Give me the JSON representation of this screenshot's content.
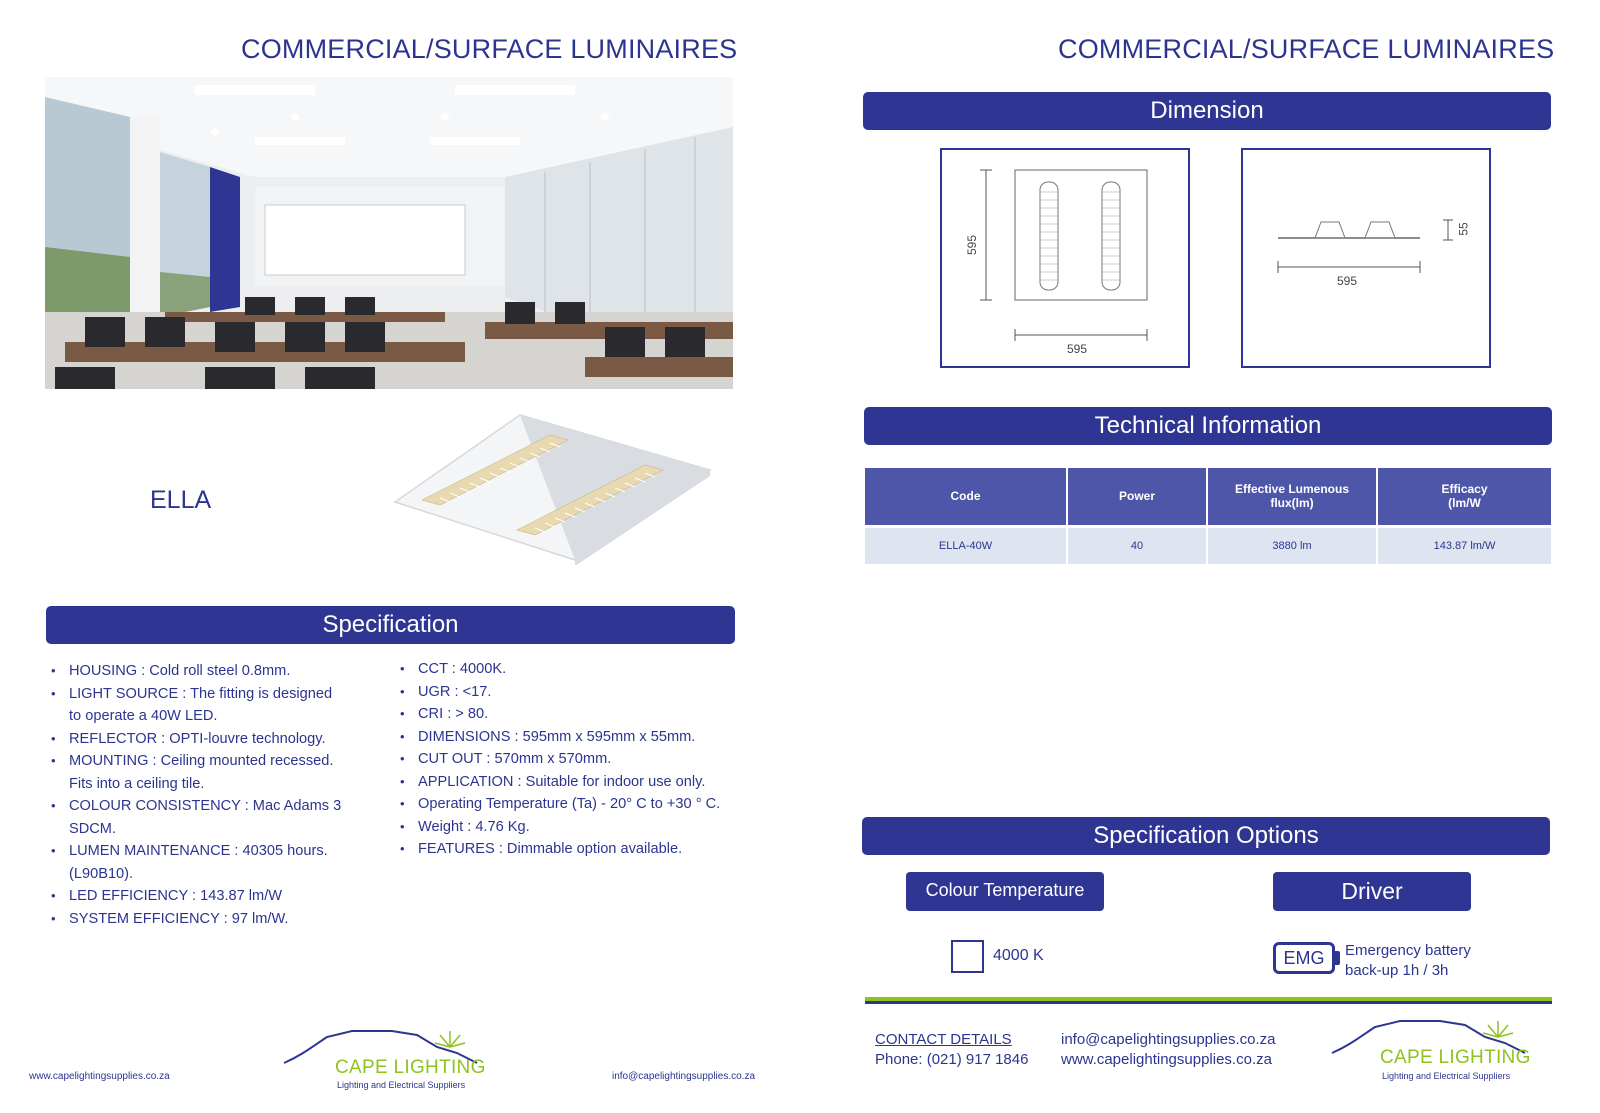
{
  "left": {
    "title": "COMMERCIAL/SURFACE LUMINAIRES",
    "product_name": "ELLA",
    "specification_heading": "Specification",
    "spec_col1": [
      "HOUSING : Cold roll steel 0.8mm.",
      "LIGHT SOURCE : The fitting is designed to operate a 40W LED.",
      "REFLECTOR : OPTI-louvre technology.",
      "MOUNTING : Ceiling mounted recessed. Fits into a ceiling tile.",
      "COLOUR CONSISTENCY : Mac Adams 3 SDCM.",
      "LUMEN MAINTENANCE : 40305 hours. (L90B10).",
      "LED EFFICIENCY : 143.87 lm/W",
      "SYSTEM EFFICIENCY : 97 lm/W."
    ],
    "spec_col2": [
      "CCT : 4000K.",
      "UGR : <17.",
      "CRI : > 80.",
      "DIMENSIONS : 595mm x 595mm x 55mm.",
      "CUT OUT : 570mm x 570mm.",
      "APPLICATION : Suitable for indoor use only.",
      "Operating Temperature (Ta) - 20° C to +30 ° C.",
      "Weight : 4.76 Kg.",
      "FEATURES : Dimmable option available."
    ],
    "footer_website": "www.capelightingsupplies.co.za",
    "footer_email": "info@capelightingsupplies.co.za",
    "logo_name": "CAPE LIGHTING",
    "logo_tagline": "Lighting and Electrical Suppliers"
  },
  "right": {
    "title": "COMMERCIAL/SURFACE LUMINAIRES",
    "dimension_heading": "Dimension",
    "dim_top_width": "595",
    "dim_top_height": "595",
    "dim_side_width": "595",
    "dim_side_height": "55",
    "technical_heading": "Technical Information",
    "table": {
      "headers": [
        "Code",
        "Power",
        "Effective Lumenous flux(lm)",
        "Efficacy (lm/W"
      ],
      "rows": [
        [
          "ELLA-40W",
          "40",
          "3880 lm",
          "143.87 lm/W"
        ]
      ]
    },
    "options_heading": "Specification Options",
    "colour_temp_label": "Colour Temperature",
    "colour_temp_value": "4000 K",
    "driver_label": "Driver",
    "driver_badge": "EMG",
    "driver_desc_line1": "Emergency battery",
    "driver_desc_line2": "back-up 1h / 3h",
    "contact_heading": "CONTACT DETAILS",
    "contact_phone": "Phone: (021) 917 1846",
    "contact_email": "info@capelightingsupplies.co.za",
    "contact_website": "www.capelightingsupplies.co.za",
    "logo_name": "CAPE LIGHTING",
    "logo_tagline": "Lighting and Electrical Suppliers"
  },
  "colors": {
    "brand_blue": "#2e3593",
    "brand_green": "#8fc21f",
    "table_header": "#4e56aa",
    "table_row": "#dfe4f1"
  }
}
